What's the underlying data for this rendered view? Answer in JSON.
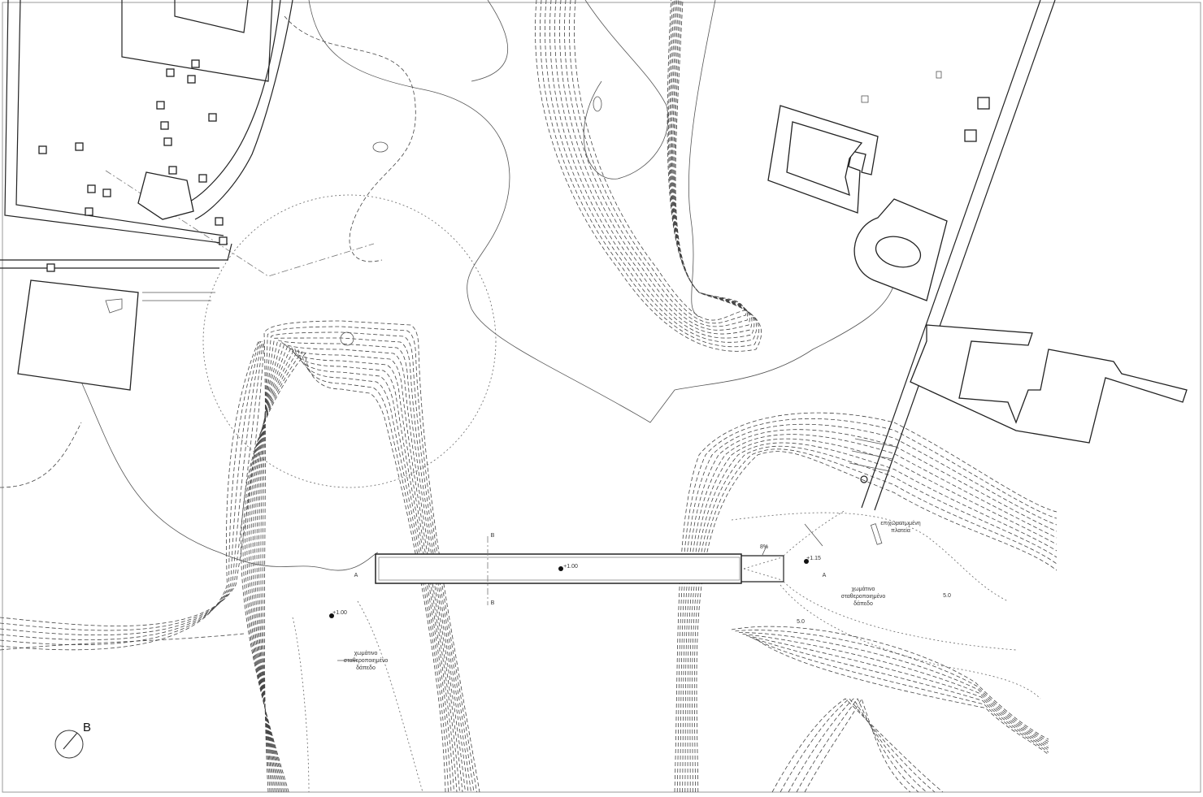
{
  "drawing": {
    "north_label": "B",
    "labels": {
      "ground_left": [
        "χωμάτινο",
        "σταθεροποιημένο",
        "δάπεδο"
      ],
      "ground_right": [
        "χωμάτινο",
        "σταθεροποιημένο",
        "δάπεδο"
      ],
      "plaza": [
        "επιχωματωμένη",
        "πλατεία"
      ],
      "slope": "8%",
      "level_bridge": "+1.00",
      "level_right": "+1.15",
      "level_left": "+1.00",
      "contour_a": "5.0",
      "contour_b": "5.0",
      "section_a_left": "A",
      "section_a_right": "A",
      "section_b_top": "B",
      "section_b_bottom": "B"
    }
  }
}
